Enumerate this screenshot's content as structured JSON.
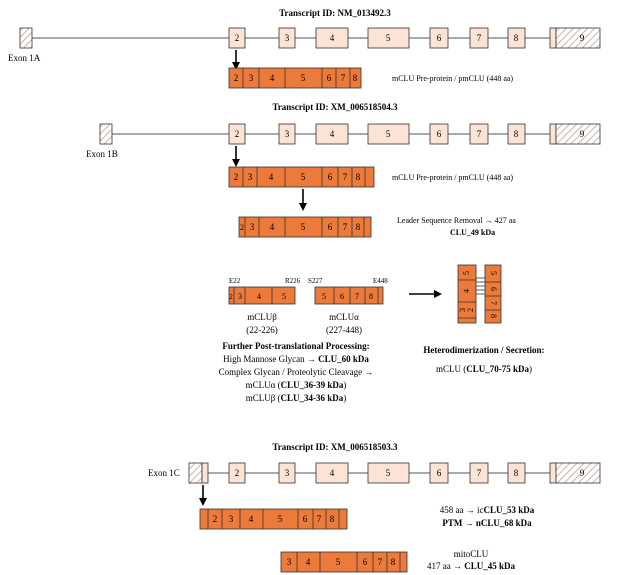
{
  "colors": {
    "exon_fill": "#fbe3d5",
    "protein_fill": "#ec7a3a",
    "utr_hatch": "#c8b4a8",
    "arrow": "#000000"
  },
  "transcript1": {
    "title_prefix": "Transcript  ID:",
    "title_id": "NM_013492.3",
    "exon_first": "Exon 1A",
    "exons": [
      "2",
      "3",
      "4",
      "5",
      "6",
      "7",
      "8",
      "9"
    ],
    "protein_exons": [
      "2",
      "3",
      "4",
      "5",
      "6",
      "7",
      "8"
    ],
    "protein_label": "mCLU Pre-protein / pmCLU  (448 aa)"
  },
  "transcript2": {
    "title_prefix": "Transcript  ID:",
    "title_id": "XM_006518504.3",
    "exon_first": "Exon 1B",
    "exons": [
      "2",
      "3",
      "4",
      "5",
      "6",
      "7",
      "8",
      "9"
    ],
    "protein_exons": [
      "2",
      "3",
      "4",
      "5",
      "6",
      "7",
      "8"
    ],
    "protein_label": "mCLU Pre-protein / pmCLU  (448 aa)",
    "leader_label": "Leader Sequence Removal",
    "leader_aa": "427 aa",
    "leader_kda": "CLU_49 kDa",
    "beta": {
      "start": "E22",
      "end": "R226",
      "exons": [
        "2",
        "3",
        "4",
        "5"
      ],
      "name": "mCLUβ",
      "range": "(22-226)"
    },
    "alpha": {
      "start": "S227",
      "end": "E448",
      "exons": [
        "5",
        "6",
        "7",
        "8"
      ],
      "name": "mCLUα",
      "range": "(227-448)"
    },
    "ptm_title": "Further Post-translational Processing:",
    "ptm_line1": "High Mannose Glycan",
    "ptm_line1_b": "CLU_60 kDa",
    "ptm_line2": "Complex Glycan / Proteolytic Cleavage",
    "ptm_line3a": "mCLUα (",
    "ptm_line3b": "CLU_36-39 kDa",
    "ptm_line3c": ")",
    "ptm_line4a": "mCLUβ (",
    "ptm_line4b": "CLU_34-36 kDa",
    "ptm_line4c": ")",
    "dimer_title": "Heterodimerization / Secretion:",
    "dimer_a": "mCLU (",
    "dimer_b": "CLU_70-75 kDa",
    "dimer_c": ")",
    "dimer_left_exons": [
      "2",
      "3",
      "4",
      "5"
    ],
    "dimer_right_exons": [
      "5",
      "6",
      "7",
      "8"
    ]
  },
  "transcript3": {
    "title_prefix": "Transcript  ID:",
    "title_id": "XM_006518503.3",
    "exon_first": "Exon 1C",
    "exons": [
      "2",
      "3",
      "4",
      "5",
      "6",
      "7",
      "8",
      "9"
    ],
    "protein_exons": [
      "2",
      "3",
      "4",
      "5",
      "6",
      "7",
      "8"
    ],
    "line1_a": "458 aa",
    "line1_b": "ic",
    "line1_c": "CLU_53 kDa",
    "line2_a": "PTM",
    "line2_b": "nCLU_68 kDa",
    "mito_name": "mitoCLU",
    "mito_exons": [
      "3",
      "4",
      "5",
      "6",
      "7",
      "8"
    ],
    "mito_aa": "417 aa",
    "mito_kda": "CLU_45 kDa"
  }
}
